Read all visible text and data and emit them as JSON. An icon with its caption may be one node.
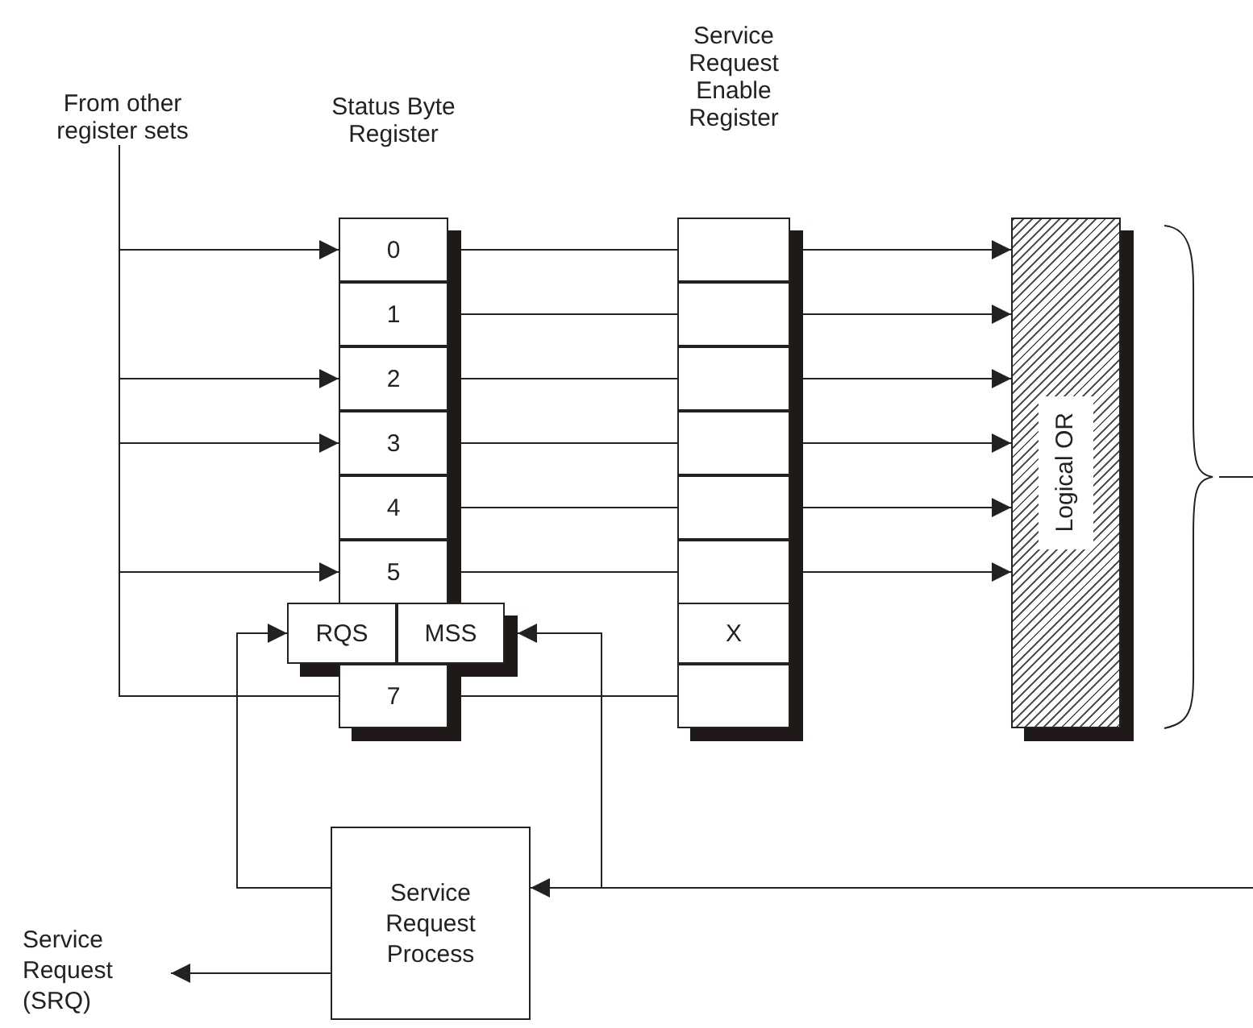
{
  "diagram": {
    "nodes": [
      {
        "text": [
          "From other register sets"
        ]
      },
      {
        "text": [
          "Status Byte Register"
        ]
      },
      {
        "text": [
          "0"
        ],
        "in": 1
      },
      {
        "text": [
          "1"
        ],
        "in": 1
      },
      {
        "text": [
          "2"
        ],
        "in": 1
      },
      {
        "text": [
          "3"
        ],
        "in": 1
      },
      {
        "text": [
          "4"
        ],
        "in": 1
      },
      {
        "text": [
          "5"
        ],
        "in": 1
      },
      {
        "text": [
          "RQS"
        ],
        "in": 1
      },
      {
        "text": [
          "MSS"
        ],
        "in": 1
      },
      {
        "text": [
          "7"
        ],
        "in": 1
      },
      {
        "text": [
          "Service Request Enable Register"
        ]
      },
      {
        "text": [],
        "shape": "box",
        "in": 11
      },
      {
        "text": [],
        "shape": "box",
        "in": 11
      },
      {
        "text": [],
        "shape": "box",
        "in": 11
      },
      {
        "text": [],
        "shape": "box",
        "in": 11
      },
      {
        "text": [],
        "shape": "box",
        "in": 11
      },
      {
        "text": [],
        "shape": "box",
        "in": 11
      },
      {
        "text": [
          "X"
        ],
        "in": 11
      },
      {
        "text": [],
        "shape": "box",
        "in": 11
      },
      {
        "text": [
          "Logical OR"
        ]
      },
      {
        "text": [
          "Service Request Process"
        ]
      },
      {
        "text": [
          "Service Request (SRQ)"
        ]
      }
    ],
    "edges": [
      {
        "from": 0,
        "to": 2,
        "arrow": "to"
      },
      {
        "from": 0,
        "to": 4,
        "arrow": "to"
      },
      {
        "from": 0,
        "to": 5,
        "arrow": "to"
      },
      {
        "from": 0,
        "to": 7,
        "arrow": "to"
      },
      {
        "from": 0,
        "to": 10,
        "arrow": "none"
      },
      {
        "from": 2,
        "to": 12,
        "arrow": "none"
      },
      {
        "from": 3,
        "to": 13,
        "arrow": "none"
      },
      {
        "from": 4,
        "to": 14,
        "arrow": "none"
      },
      {
        "from": 5,
        "to": 15,
        "arrow": "none"
      },
      {
        "from": 6,
        "to": 16,
        "arrow": "none"
      },
      {
        "from": 7,
        "to": 17,
        "arrow": "none"
      },
      {
        "from": 10,
        "to": 19,
        "arrow": "none"
      },
      {
        "from": 12,
        "to": 20,
        "arrow": "to"
      },
      {
        "from": 13,
        "to": 20,
        "arrow": "to"
      },
      {
        "from": 14,
        "to": 20,
        "arrow": "to"
      },
      {
        "from": 15,
        "to": 20,
        "arrow": "to"
      },
      {
        "from": 16,
        "to": 20,
        "arrow": "to"
      },
      {
        "from": 17,
        "to": 20,
        "arrow": "to"
      },
      {
        "from": 21,
        "to": 8,
        "arrow": "to"
      },
      {
        "from": null,
        "to": 9,
        "arrow": "to"
      },
      {
        "from": null,
        "to": 21,
        "arrow": "to"
      },
      {
        "from": 21,
        "to": 22,
        "arrow": "to"
      }
    ]
  }
}
